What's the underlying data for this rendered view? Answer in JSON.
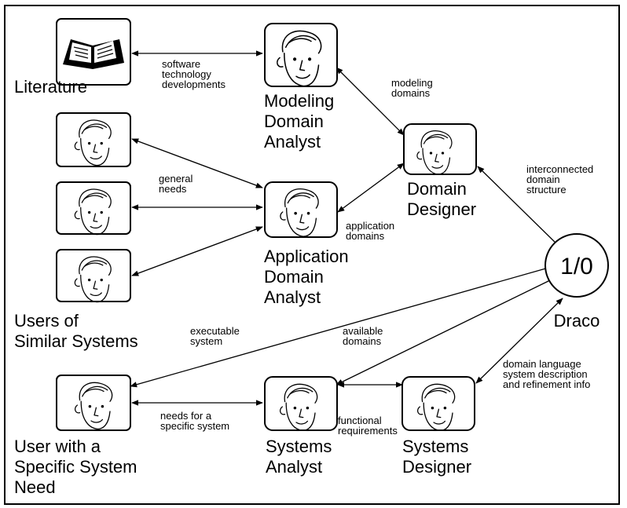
{
  "nodes": {
    "literature": {
      "label": [
        "Literature"
      ]
    },
    "modeling_domain_analyst": {
      "label": [
        "Modeling",
        "Domain",
        "Analyst"
      ]
    },
    "domain_designer": {
      "label": [
        "Domain",
        "Designer"
      ]
    },
    "application_domain_analyst": {
      "label": [
        "Application",
        "Domain",
        "Analyst"
      ]
    },
    "users_similar_systems": {
      "label": [
        "Users of",
        "Similar Systems"
      ]
    },
    "draco": {
      "symbol": "1/0",
      "label": [
        "Draco"
      ]
    },
    "user_specific_need": {
      "label": [
        "User with a",
        "Specific System",
        "Need"
      ]
    },
    "systems_analyst": {
      "label": [
        "Systems",
        "Analyst"
      ]
    },
    "systems_designer": {
      "label": [
        "Systems",
        "Designer"
      ]
    }
  },
  "edges": {
    "software_tech": [
      "software",
      "technology",
      "developments"
    ],
    "modeling_domains": [
      "modeling",
      "domains"
    ],
    "general_needs": [
      "general",
      "needs"
    ],
    "interconnected": [
      "interconnected",
      "domain",
      "structure"
    ],
    "application_domains": [
      "application",
      "domains"
    ],
    "executable_system": [
      "executable",
      "system"
    ],
    "available_domains": [
      "available",
      "domains"
    ],
    "domain_language": [
      "domain language",
      "system description",
      "and refinement info"
    ],
    "needs_specific": [
      "needs for a",
      "specific system"
    ],
    "functional_req": [
      "functional",
      "requirements"
    ]
  }
}
